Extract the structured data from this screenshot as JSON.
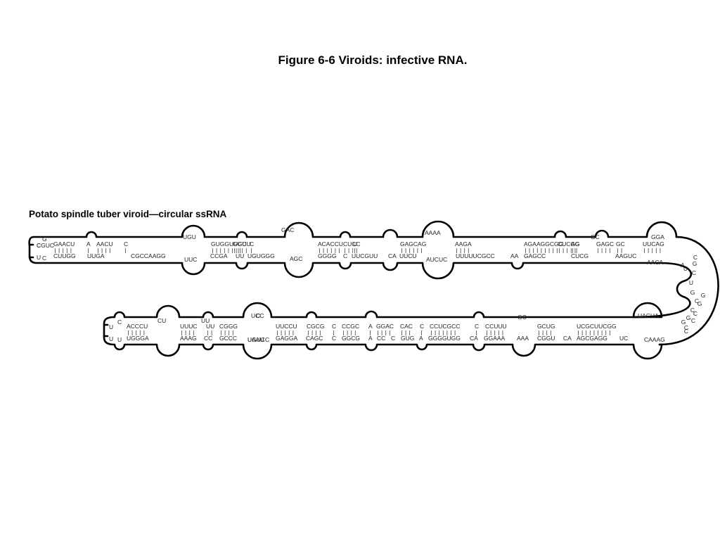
{
  "slide": {
    "title": "Figure 6-6 Viroids: infective RNA."
  },
  "figure": {
    "caption": "Potato spindle tuber viroid—circular ssRNA",
    "colors": {
      "outline": "#000000",
      "text": "#222222",
      "background": "#ffffff"
    },
    "upper_arm": {
      "top_strand": [
        {
          "seq": "GAACU"
        },
        {
          "seq": "A"
        },
        {
          "seq": "AACU"
        },
        {
          "seq": "C"
        },
        {
          "seq": "GUGGUUCC"
        },
        {
          "seq": "GGUU"
        },
        {
          "seq": "C"
        },
        {
          "seq": "ACACCU"
        },
        {
          "seq": "CUCC"
        },
        {
          "seq": "U"
        },
        {
          "seq": "GAGCAG"
        },
        {
          "seq": "AAGA"
        },
        {
          "seq": "AGAAGGCGG"
        },
        {
          "seq": "CUCGG"
        },
        {
          "seq": "AG"
        },
        {
          "seq": "GAGC"
        },
        {
          "seq": "GC"
        },
        {
          "seq": "UUCAG"
        }
      ],
      "bottom_strand": [
        {
          "seq": "CUUGG"
        },
        {
          "seq": "UUGA"
        },
        {
          "seq": "CGCCAAGG"
        },
        {
          "seq": "CCGA"
        },
        {
          "seq": "UU"
        },
        {
          "seq": "UGUGGG"
        },
        {
          "seq": "GGGG"
        },
        {
          "seq": "C"
        },
        {
          "seq": "UUCGUU"
        },
        {
          "seq": "CA"
        },
        {
          "seq": "UUCU"
        },
        {
          "seq": "UUUUUCGCC"
        },
        {
          "seq": "AA"
        },
        {
          "seq": "GAGCC"
        },
        {
          "seq": "CUCG"
        },
        {
          "seq": "AAGUC"
        }
      ],
      "loops": [
        {
          "seq": "CGUC"
        },
        {
          "seq": "UGU"
        },
        {
          "seq": "UUC"
        },
        {
          "seq": "GAC"
        },
        {
          "seq": "AGC"
        },
        {
          "seq": "AAAA"
        },
        {
          "seq": "AUCUC"
        },
        {
          "seq": "GGA"
        },
        {
          "seq": "AACA"
        },
        {
          "seq": "A"
        },
        {
          "seq": "GC"
        }
      ]
    },
    "lower_arm": {
      "top_strand": [
        {
          "seq": "ACCCU"
        },
        {
          "seq": "UUUC"
        },
        {
          "seq": "UU"
        },
        {
          "seq": "CGGG"
        },
        {
          "seq": "UUCCU"
        },
        {
          "seq": "CGCG"
        },
        {
          "seq": "C"
        },
        {
          "seq": "CCGC"
        },
        {
          "seq": "A"
        },
        {
          "seq": "GGAC"
        },
        {
          "seq": "CAC"
        },
        {
          "seq": "C"
        },
        {
          "seq": "CCUCGCC"
        },
        {
          "seq": "C"
        },
        {
          "seq": "CCUUU"
        },
        {
          "seq": "GCUG"
        },
        {
          "seq": "UCGCUUCGG"
        }
      ],
      "bottom_strand": [
        {
          "seq": "UGGGA"
        },
        {
          "seq": "AAAG"
        },
        {
          "seq": "CC"
        },
        {
          "seq": "GCCC"
        },
        {
          "seq": "GAGGA"
        },
        {
          "seq": "CAGC"
        },
        {
          "seq": "C"
        },
        {
          "seq": "GGCG"
        },
        {
          "seq": "A"
        },
        {
          "seq": "CC"
        },
        {
          "seq": "C"
        },
        {
          "seq": "GUG"
        },
        {
          "seq": "A"
        },
        {
          "seq": "GGGGUGG"
        },
        {
          "seq": "CA"
        },
        {
          "seq": "GGAAA"
        },
        {
          "seq": "AAA"
        },
        {
          "seq": "CGGU"
        },
        {
          "seq": "CA"
        },
        {
          "seq": "AGCGAGG"
        },
        {
          "seq": "UC"
        }
      ],
      "loops": [
        {
          "seq": "CU"
        },
        {
          "seq": "UU"
        },
        {
          "seq": "UCC"
        },
        {
          "seq": "C"
        },
        {
          "seq": "UGUCC"
        },
        {
          "seq": "UAAU"
        },
        {
          "seq": "GC"
        },
        {
          "seq": "UACUA"
        },
        {
          "seq": "CAAAG"
        }
      ]
    },
    "hairpin": {
      "bases": [
        {
          "seq": "U"
        },
        {
          "seq": "C"
        },
        {
          "seq": "G"
        },
        {
          "seq": "C"
        },
        {
          "seq": "U"
        },
        {
          "seq": "G"
        },
        {
          "seq": "C"
        },
        {
          "seq": "C"
        },
        {
          "seq": "G"
        },
        {
          "seq": "G"
        },
        {
          "seq": "C"
        },
        {
          "seq": "G"
        },
        {
          "seq": "G"
        },
        {
          "seq": "C"
        },
        {
          "seq": "C"
        },
        {
          "seq": "C"
        }
      ]
    }
  }
}
